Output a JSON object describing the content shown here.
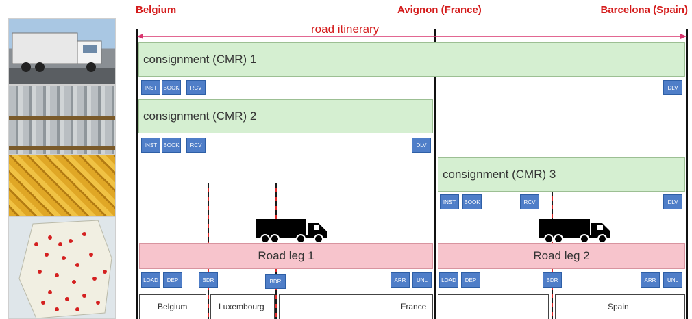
{
  "cities": {
    "start": "Belgium",
    "middle": "Avignon (France)",
    "end": "Barcelona (Spain)"
  },
  "itinerary_label": "road itinerary",
  "consignments": [
    {
      "label": "consignment (CMR) 1",
      "events": [
        "INST",
        "BOOK",
        "RCV",
        "DLV"
      ]
    },
    {
      "label": "consignment (CMR) 2",
      "events": [
        "INST",
        "BOOK",
        "RCV",
        "DLV"
      ]
    },
    {
      "label": "consignment (CMR) 3",
      "events": [
        "INST",
        "BOOK",
        "RCV",
        "DLV"
      ]
    }
  ],
  "legs": [
    {
      "label": "Road leg 1",
      "events": [
        "LOAD",
        "DEP",
        "BDR",
        "BDR",
        "ARR",
        "UNL"
      ]
    },
    {
      "label": "Road leg 2",
      "events": [
        "LOAD",
        "DEP",
        "BDR",
        "ARR",
        "UNL"
      ]
    }
  ],
  "countries": [
    "Belgium",
    "Luxembourg",
    "France",
    "Spain"
  ],
  "photos": [
    "truck-photo",
    "beer-kegs-photo",
    "beer-crates-photo",
    "map-of-france-photo"
  ],
  "colors": {
    "city_text": "#d41c1c",
    "itinerary_arrow": "#d9356e",
    "consignment_fill": "#d5efd1",
    "leg_fill": "#f7c4cc",
    "event_box": "#4f7ec8",
    "border_dash_red": "#e02a2a"
  }
}
